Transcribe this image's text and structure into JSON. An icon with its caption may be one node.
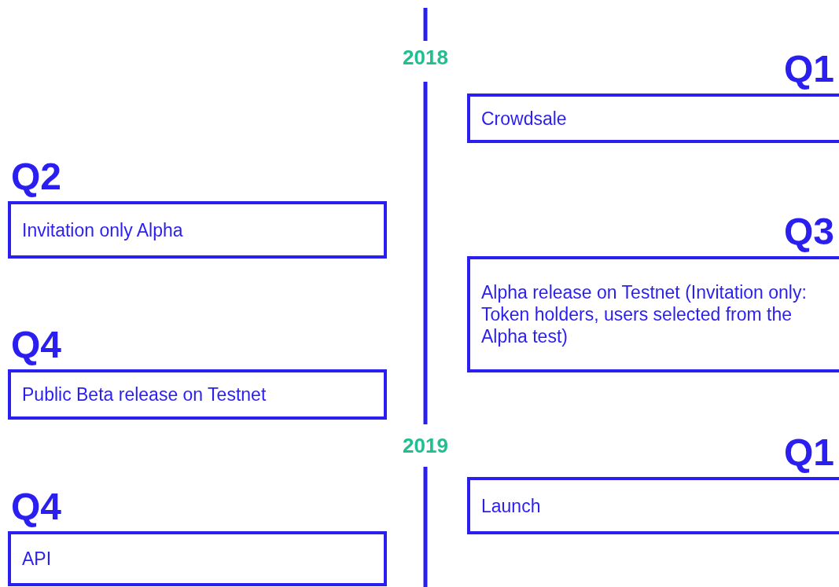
{
  "diagram": {
    "nodes": [
      {
        "text": [
          "Q1",
          "Crowdsale"
        ]
      },
      {
        "text": [
          "Q2",
          "Invitation only Alpha"
        ]
      },
      {
        "text": [
          "Q3",
          "Alpha release on Testnet (Invitation only: Token holders, users selected from the Alpha test)"
        ]
      },
      {
        "text": [
          "Q4",
          "Public Beta release on Testnet"
        ]
      },
      {
        "text": [
          "Q1",
          "Launch"
        ]
      },
      {
        "text": [
          "Q4",
          "API"
        ]
      }
    ],
    "edges": [],
    "labels": [
      "2018",
      "2019"
    ]
  }
}
